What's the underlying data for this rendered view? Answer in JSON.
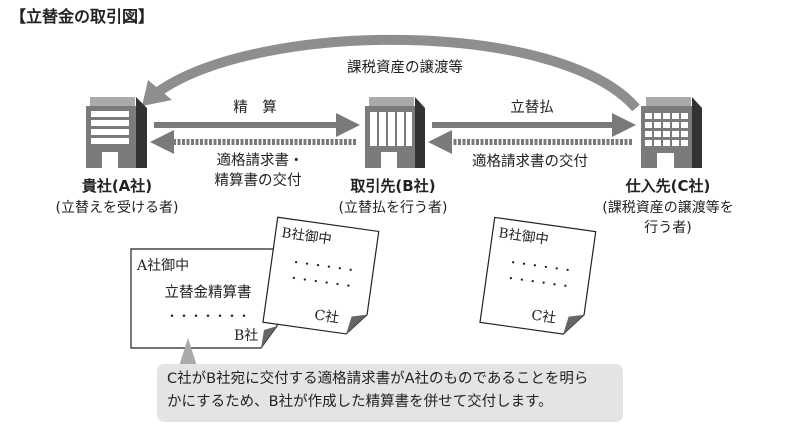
{
  "title": "【立替金の取引図】",
  "arc_label": "課税資産の譲渡等",
  "companies": {
    "a": {
      "name": "貴社(A社)",
      "role": "(立替えを受ける者)"
    },
    "b": {
      "name": "取引先(B社)",
      "role": "(立替払を行う者)"
    },
    "c": {
      "name": "仕入先(C社)",
      "role_line1": "(課税資産の譲渡等を",
      "role_line2": "行う者)"
    }
  },
  "flows": {
    "ab_solid": "精　算",
    "ba_dashed_line1": "適格請求書・",
    "ba_dashed_line2": "精算書の交付",
    "bc_solid": "立替払",
    "cb_dashed": "適格請求書の交付"
  },
  "documents": {
    "settlement": {
      "addressee": "A社御中",
      "title": "立替金精算書",
      "dots": "・・・・・・・",
      "issuer": "B社"
    },
    "invoice_b": {
      "addressee": "B社御中",
      "dots1": "・・・・・・",
      "dots2": "・・・・・・",
      "issuer": "C社"
    },
    "invoice_c": {
      "addressee": "B社御中",
      "dots1": "・・・・・・",
      "dots2": "・・・・・・",
      "issuer": "C社"
    }
  },
  "callout": {
    "line1": "C社がB社宛に交付する適格請求書がA社のものであることを明ら",
    "line2": "かにするため、B社が作成した精算書を併せて交付します。"
  },
  "colors": {
    "arrow": "#7a7a7a",
    "arc": "#8e8e8e",
    "building": "#7b7b7b",
    "building_side": "#333333",
    "callout_bg": "#e4e4e4"
  }
}
